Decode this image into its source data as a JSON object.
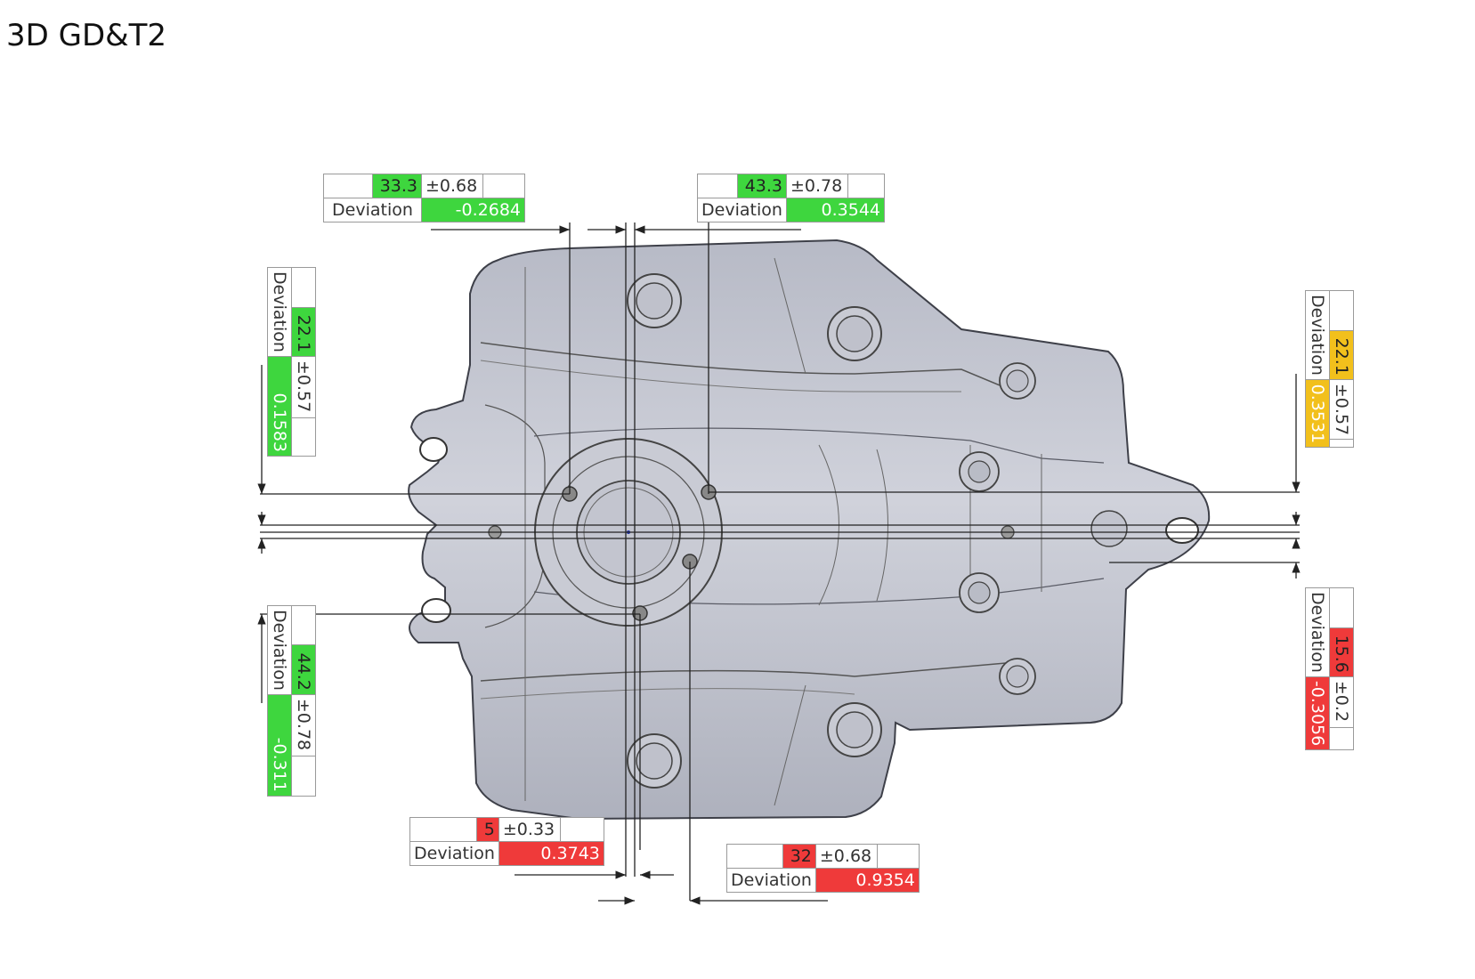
{
  "title": "3D GD&T2",
  "colors": {
    "green": "#3ed63e",
    "yellow": "#f2c01c",
    "red": "#ef3a3a",
    "part_fill": "#c3c6d1",
    "part_edge": "#4a4c56"
  },
  "dimensions": [
    {
      "id": "top-left",
      "nominal": "33.3",
      "tolerance": "±0.68",
      "deviation_label": "Deviation",
      "deviation": "-0.2684",
      "status": "green"
    },
    {
      "id": "top-right",
      "nominal": "43.3",
      "tolerance": "±0.78",
      "deviation_label": "Deviation",
      "deviation": "0.3544",
      "status": "green"
    },
    {
      "id": "left-upper",
      "nominal": "22.1",
      "tolerance": "±0.57",
      "deviation_label": "Deviation",
      "deviation": "0.1583",
      "status": "green"
    },
    {
      "id": "left-lower",
      "nominal": "44.2",
      "tolerance": "±0.78",
      "deviation_label": "Deviation",
      "deviation": "-0.311",
      "status": "green"
    },
    {
      "id": "right-upper",
      "nominal": "22.1",
      "tolerance": "±0.57",
      "deviation_label": "Deviation",
      "deviation": "0.3531",
      "status": "yellow"
    },
    {
      "id": "right-lower",
      "nominal": "15.6",
      "tolerance": "±0.2",
      "deviation_label": "Deviation",
      "deviation": "-0.3056",
      "status": "red"
    },
    {
      "id": "bottom-left",
      "nominal": "5",
      "tolerance": "±0.33",
      "deviation_label": "Deviation",
      "deviation": "0.3743",
      "status": "red"
    },
    {
      "id": "bottom-right",
      "nominal": "32",
      "tolerance": "±0.68",
      "deviation_label": "Deviation",
      "deviation": "0.9354",
      "status": "red"
    }
  ]
}
